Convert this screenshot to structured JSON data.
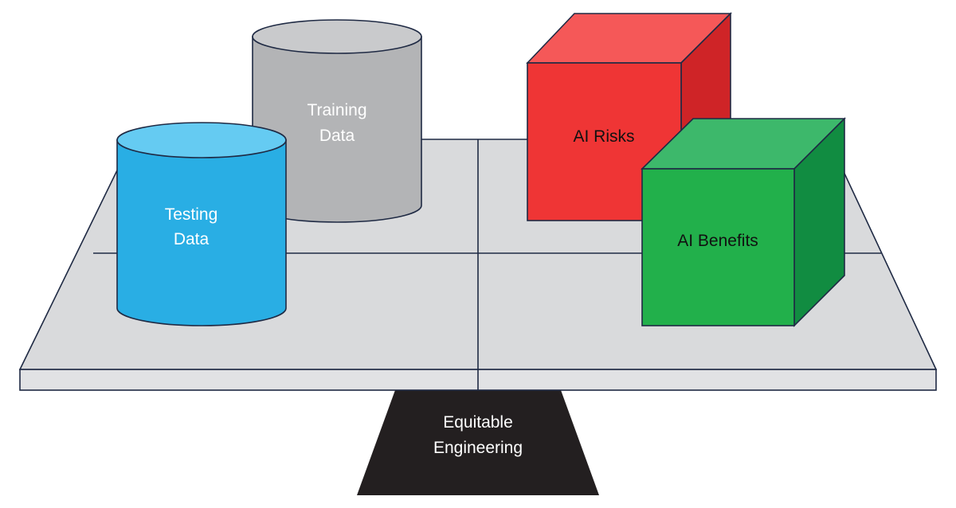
{
  "diagram": {
    "testing_data": {
      "line1": "Testing",
      "line2": "Data"
    },
    "training_data": {
      "line1": "Training",
      "line2": "Data"
    },
    "ai_risks": {
      "label": "AI Risks"
    },
    "ai_benefits": {
      "label": "AI Benefits"
    },
    "fulcrum": {
      "line1": "Equitable",
      "line2": "Engineering"
    }
  },
  "colors": {
    "platform_top": "#d9dadc",
    "platform_front": "#e1e2e4",
    "outline": "#1f2a44",
    "testing_body": "#29aee4",
    "testing_top": "#65cbf2",
    "training_body": "#b3b4b6",
    "training_top": "#c9cacc",
    "risks_front": "#ef3535",
    "risks_top": "#f55858",
    "risks_side": "#cf2427",
    "benefits_front": "#22b04b",
    "benefits_top": "#3db86b",
    "benefits_side": "#118c41",
    "fulcrum": "#231f20"
  }
}
